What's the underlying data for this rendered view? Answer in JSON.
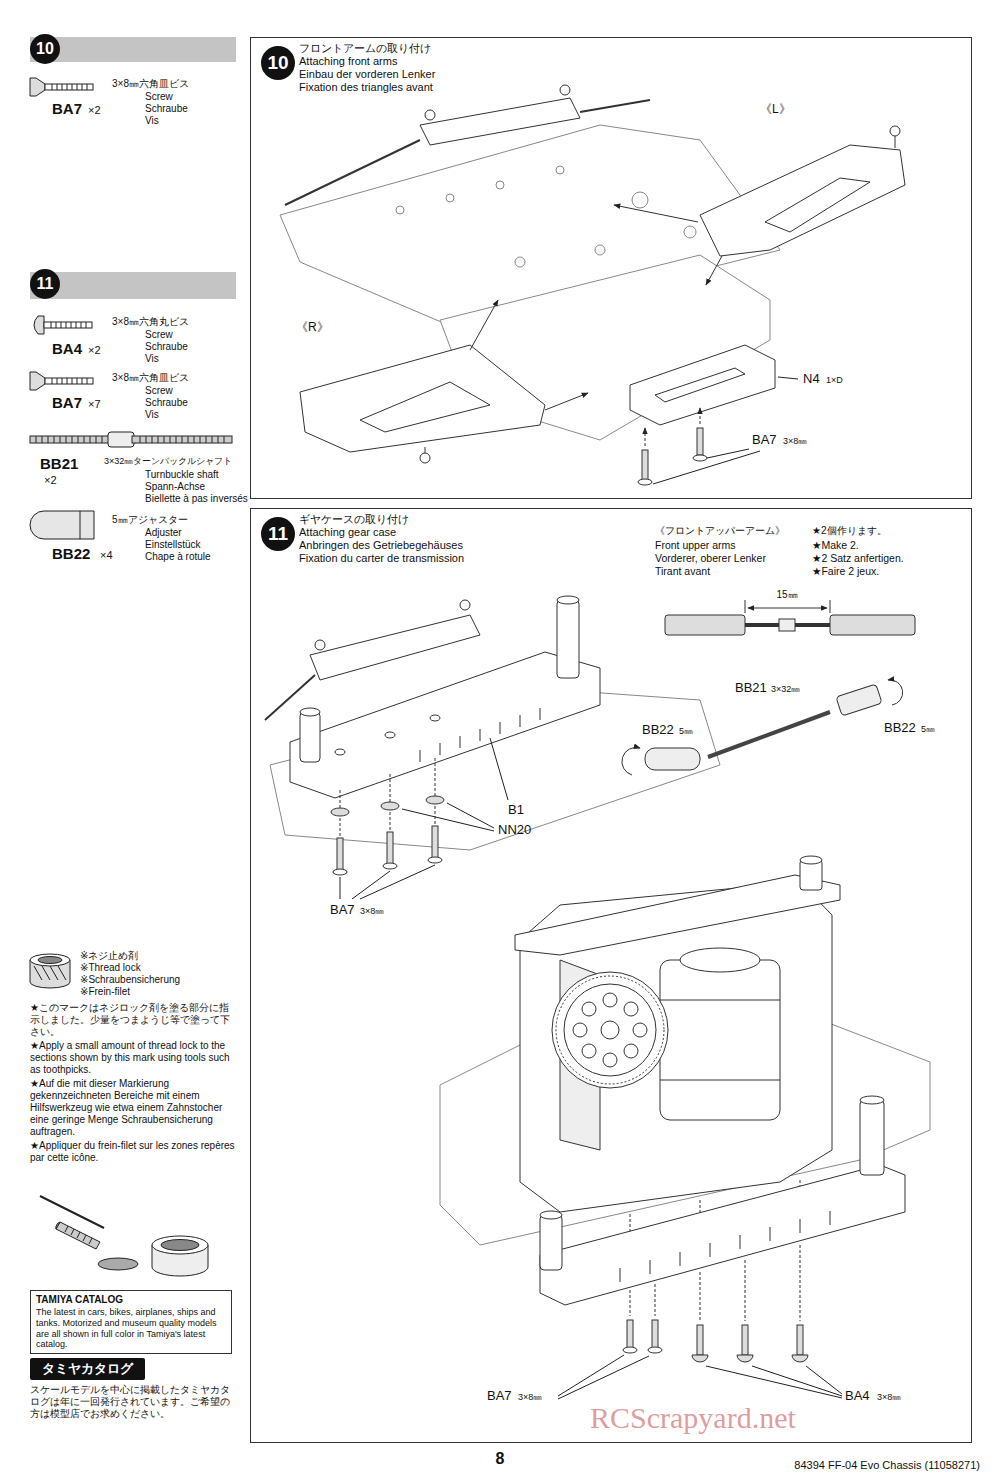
{
  "diagram": {
    "nodes": [
      {
        "text": [
          "10"
        ]
      },
      {
        "text": [
          "10",
          "フロントアームの取り付け",
          "Attaching front arms",
          "Einbau der vorderen Lenker",
          "Fixation des triangles avant"
        ]
      },
      {
        "text": [
          "11"
        ]
      },
      {
        "text": [
          "11",
          "ギヤケースの取り付け",
          "Attaching gear case",
          "Anbringen des Getriebegehäuses",
          "Fixation du carter de transmission"
        ]
      },
      {
        "text": [
          "TAMIYA CATALOG",
          "The latest in cars, bikes, airplanes, ships and tanks. Motorized and museum quality models are all shown in full color in Tamiya's latest catalog."
        ]
      },
      {
        "text": [
          "タミヤカタログ"
        ]
      }
    ],
    "labels": [
      "BA7",
      "×2",
      "3×8㎜六角皿ビス",
      "Screw",
      "Schraube",
      "Vis",
      "BA4",
      "×2",
      "3×8㎜六角丸ビス",
      "Screw",
      "Schraube",
      "Vis",
      "BA7",
      "×7",
      "3×8㎜六角皿ビス",
      "Screw",
      "Schraube",
      "Vis",
      "BB21",
      "×2",
      "3×32㎜ターンバックルシャフト",
      "Turnbuckle shaft",
      "Spann-Achse",
      "Biellette à pas inversés",
      "BB22",
      "×4",
      "5㎜アジャスター",
      "Adjuster",
      "Einstellstück",
      "Chape à rotule",
      "※ネジ止め剤",
      "※Thread lock",
      "※Schraubensicherung",
      "※Frein-filet",
      "★このマークはネジロック剤を塗る部分に指示しました。少量をつまようじ等で塗って下さい。",
      "★Apply a small amount of thread lock to the sections shown by this mark using tools such as toothpicks.",
      "★Auf die mit dieser Markierung gekennzeichneten Bereiche mit einem Hilfswerkzeug wie etwa einem Zahnstocher eine geringe Menge Schraubensicherung auftragen.",
      "★Appliquer du frein-filet sur les zones repères par cette icône.",
      "スケールモデルを中心に掲載したタミヤカタログは年に一回発行されています。ご希望の方は模型店でお求めください。",
      "《L》",
      "《R》",
      "N4",
      "1×D",
      "BA7",
      "3×8㎜",
      "B1",
      "NN20",
      "BA7",
      "3×8㎜",
      "《フロントアッパーアーム》",
      "Front upper arms",
      "Vorderer, oberer Lenker",
      "Tirant avant",
      "★2個作ります。",
      "★Make 2.",
      "★2 Satz anfertigen.",
      "★Faire 2 jeux.",
      "15㎜",
      "BB21",
      "3×32㎜",
      "BB22",
      "5㎜",
      "BB22",
      "5㎜",
      "BA7",
      "3×8㎜",
      "BA4",
      "3×8㎜",
      "8",
      "84394 FF-04 Evo Chassis (11058271)",
      "RCScrapyard.net"
    ]
  }
}
